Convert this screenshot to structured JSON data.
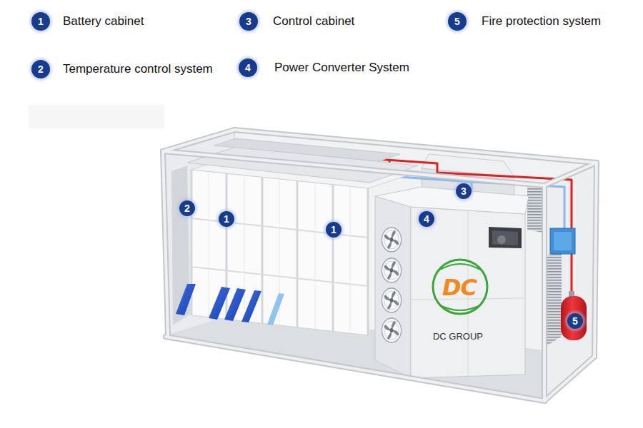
{
  "diagram": {
    "nodes": [
      {
        "text": [
          "1",
          "Battery cabinet"
        ]
      },
      {
        "text": [
          "3",
          "Control cabinet"
        ]
      },
      {
        "text": [
          "5",
          "Fire protection system"
        ]
      },
      {
        "text": [
          "2",
          "Temperature control system"
        ]
      },
      {
        "text": [
          "4",
          "Power Converter System"
        ]
      },
      {
        "text": [
          "3"
        ]
      },
      {
        "text": [
          "2"
        ]
      },
      {
        "text": [
          "4"
        ]
      },
      {
        "text": [
          "1"
        ]
      },
      {
        "text": [
          "1"
        ]
      },
      {
        "text": [
          "5"
        ]
      }
    ],
    "labels": [
      "DC",
      "DC GROUP"
    ]
  }
}
